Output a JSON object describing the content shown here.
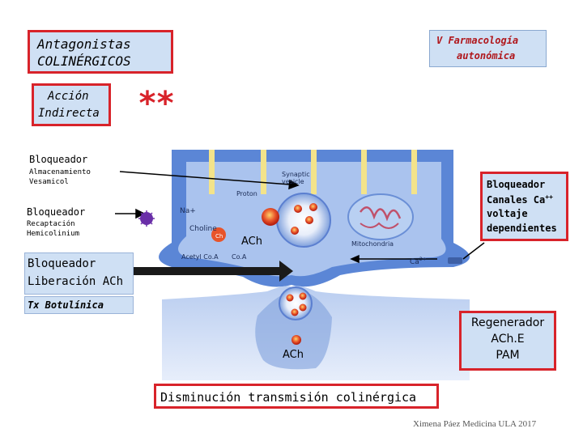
{
  "title_box": {
    "line1": "Antagonistas",
    "line2": "COLINÉRGICOS"
  },
  "section_box": {
    "line1": "V Farmacología",
    "line2": "autonómica"
  },
  "action_box": {
    "line1": "Acción",
    "line2": "Indirecta"
  },
  "stars": "**",
  "blocker_storage": {
    "heading": "Bloqueador",
    "line1": "Almacenamiento",
    "line2": "Vesamicol"
  },
  "blocker_reuptake": {
    "heading": "Bloqueador",
    "line1": "Recaptación",
    "line2": "Hemicolinium"
  },
  "blocker_release": {
    "line1": "Bloqueador",
    "line2": "Liberación ACh"
  },
  "botulinum": "Tx Botulínica",
  "blocker_channels": {
    "line1": "Bloqueador",
    "line2": "Canales Ca",
    "sup": "++",
    "line3": "voltaje",
    "line4": "dependientes"
  },
  "regenerator": {
    "line1": "Regenerador",
    "line2": "ACh.E",
    "line3": "PAM"
  },
  "conclusion": "Disminución transmisión colinérgica",
  "credit": "Ximena Páez Medicina ULA 2017",
  "diagram_labels": {
    "synaptic_vesicle_1": "Synaptic",
    "synaptic_vesicle_2": "vesicle",
    "proton": "Proton",
    "na": "Na+",
    "choline": "Choline",
    "ach_vesicle": "ACh",
    "acetyl_coa": "Acetyl Co.A",
    "coa": "Co.A",
    "mitochondria": "Mitochondria",
    "ca": "Ca",
    "ca_sup": "2+",
    "ach_cleft": "ACh",
    "ch_marker": "Ch"
  },
  "colors": {
    "frame_red": "#d8232a",
    "box_fill": "#cfe0f4",
    "neuron_blue": "#5b86d6",
    "vesicle_orange": "#e8542a"
  }
}
